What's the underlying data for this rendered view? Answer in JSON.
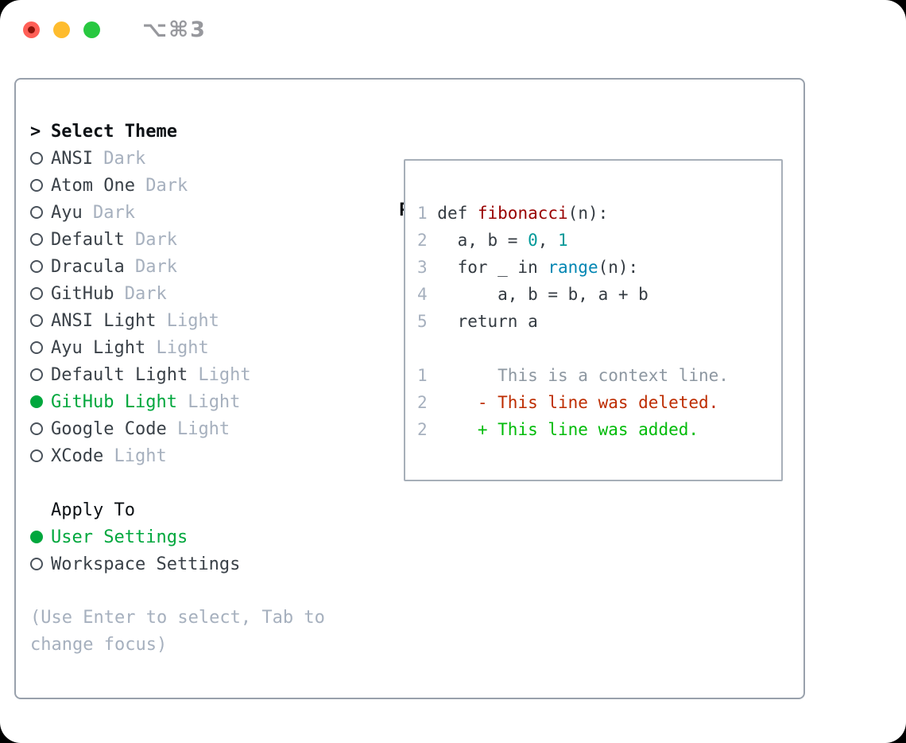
{
  "chrome": {
    "shortcut": "⌥⌘3",
    "traffic_lights": [
      "close-button",
      "minimize-button",
      "zoom-button"
    ]
  },
  "theme_menu": {
    "cursor": ">",
    "header": "Select Theme",
    "items": [
      {
        "label": "ANSI",
        "tag": "Dark",
        "selected": false
      },
      {
        "label": "Atom One",
        "tag": "Dark",
        "selected": false
      },
      {
        "label": "Ayu",
        "tag": "Dark",
        "selected": false
      },
      {
        "label": "Default",
        "tag": "Dark",
        "selected": false
      },
      {
        "label": "Dracula",
        "tag": "Dark",
        "selected": false
      },
      {
        "label": "GitHub",
        "tag": "Dark",
        "selected": false
      },
      {
        "label": "ANSI Light",
        "tag": "Light",
        "selected": false
      },
      {
        "label": "Ayu Light",
        "tag": "Light",
        "selected": false
      },
      {
        "label": "Default Light",
        "tag": "Light",
        "selected": false
      },
      {
        "label": "GitHub Light",
        "tag": "Light",
        "selected": true
      },
      {
        "label": "Google Code",
        "tag": "Light",
        "selected": false
      },
      {
        "label": "XCode",
        "tag": "Light",
        "selected": false
      }
    ]
  },
  "apply_to": {
    "header": "Apply To",
    "items": [
      {
        "label": "User Settings",
        "selected": true
      },
      {
        "label": "Workspace Settings",
        "selected": false
      }
    ]
  },
  "help": {
    "lines": [
      "(Use Enter to select, Tab to",
      "change focus)"
    ]
  },
  "preview": {
    "title": "Preview",
    "code_lines": [
      {
        "segs": [
          [
            "1 ",
            "ln"
          ],
          [
            "def ",
            "code"
          ],
          [
            "fibonacci",
            "func"
          ],
          [
            "(n):",
            "code"
          ]
        ]
      },
      {
        "segs": [
          [
            "2   ",
            "ln"
          ],
          [
            "a, b = ",
            "code"
          ],
          [
            "0",
            "num"
          ],
          [
            ", ",
            "code"
          ],
          [
            "1",
            "num"
          ]
        ]
      },
      {
        "segs": [
          [
            "3   ",
            "ln"
          ],
          [
            "for _ in ",
            "code"
          ],
          [
            "range",
            "builtin"
          ],
          [
            "(n):",
            "code"
          ]
        ]
      },
      {
        "segs": [
          [
            "4       ",
            "ln"
          ],
          [
            "a, b = b, a + b",
            "code"
          ]
        ]
      },
      {
        "segs": [
          [
            "5   ",
            "ln"
          ],
          [
            "return a",
            "code"
          ]
        ]
      },
      {
        "segs": []
      },
      {
        "segs": [
          [
            "1",
            "ln"
          ],
          [
            "       This is a context line.",
            "ctx"
          ]
        ]
      },
      {
        "segs": [
          [
            "2",
            "ln"
          ],
          [
            "     - This line was deleted.",
            "del"
          ]
        ]
      },
      {
        "segs": [
          [
            "2",
            "ln"
          ],
          [
            "     + This line was added.",
            "add"
          ]
        ]
      }
    ]
  },
  "colors": {
    "accent_green": "#00a73d",
    "muted_tag": "#a6b0be",
    "func_red": "#990000",
    "number_teal": "#009999",
    "builtin_blue": "#0086b3",
    "deleted_red": "#bd2c00",
    "added_green": "#02bb0a",
    "traffic_red": "#ff5f57",
    "traffic_yellow": "#febc2e",
    "traffic_green": "#28c840"
  }
}
